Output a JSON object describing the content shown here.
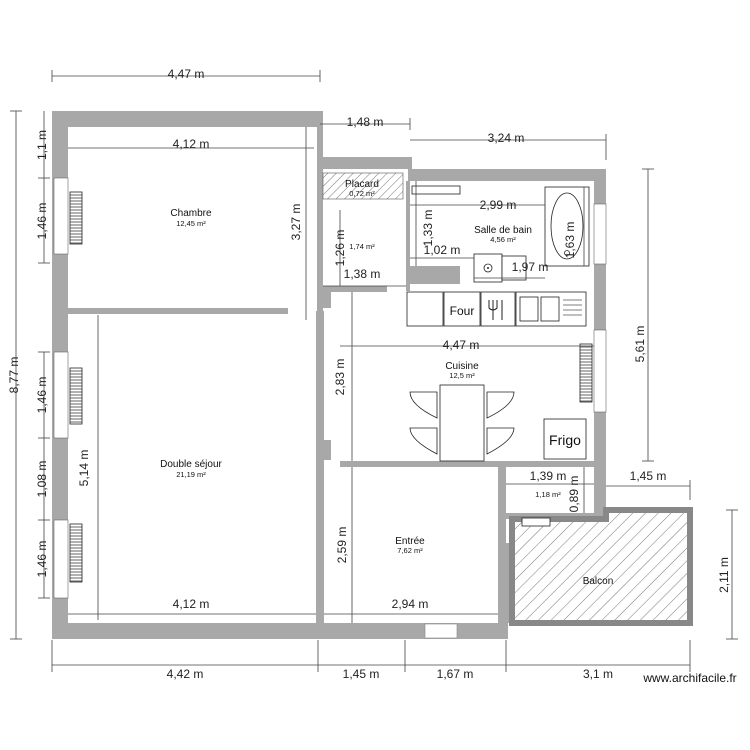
{
  "rooms": {
    "chambre": {
      "name": "Chambre",
      "area": "12,45 m²"
    },
    "placard": {
      "name": "Placard",
      "area": "0,72 m²"
    },
    "hall": {
      "area": "1,74 m²"
    },
    "salle_de_bain": {
      "name": "Salle de bain",
      "area": "4,56 m²"
    },
    "cuisine": {
      "name": "Cuisine",
      "area": "12,5 m²"
    },
    "sejour": {
      "name": "Double séjour",
      "area": "21,19 m²"
    },
    "entree": {
      "name": "Entrée",
      "area": "7,62 m²"
    },
    "wc": {
      "area": "1,18 m²"
    },
    "balcon": {
      "name": "Balcon"
    }
  },
  "appliances": {
    "four": "Four",
    "frigo": "Frigo"
  },
  "dimensions": {
    "top_width": "4,47 m",
    "chambre_width": "4,12 m",
    "placard_width": "1,48 m",
    "bath_top": "3,24 m",
    "total_height": "8,77 m",
    "left_1_1": "1,1 m",
    "left_1_46_a": "1,46 m",
    "left_1_46_b": "1,46 m",
    "left_1_08": "1,08 m",
    "left_1_46_c": "1,46 m",
    "chambre_height": "3,27 m",
    "bath_inner_width": "2,99 m",
    "bath_left_height": "1,33 m",
    "hall_height": "1,26 m",
    "hall_small": "1,02 m",
    "hall_width": "1,38 m",
    "bathtub_height": "1,63 m",
    "bath_sink": "1,97 m",
    "right_height": "5,61 m",
    "kitchen_width": "4,47 m",
    "kitchen_height": "2,83 m",
    "sejour_height": "5,14 m",
    "wc_width": "1,39 m",
    "wc_height": "0,89 m",
    "balcony_top": "1,45 m",
    "balcony_height": "2,11 m",
    "entree_height": "2,59 m",
    "sejour_width_bottom": "4,12 m",
    "entree_width": "2,94 m",
    "bottom_4_42": "4,42 m",
    "bottom_1_45": "1,45 m",
    "bottom_1_67": "1,67 m",
    "bottom_3_1": "3,1 m"
  },
  "brand": "www.archifacile.fr"
}
